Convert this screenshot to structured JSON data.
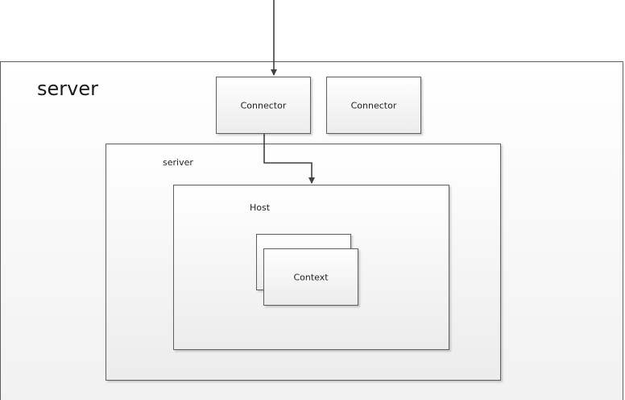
{
  "server": {
    "label": "server"
  },
  "connectors": [
    {
      "label": "Connector"
    },
    {
      "label": "Connector"
    }
  ],
  "service": {
    "label": "seriver"
  },
  "host": {
    "label": "Host"
  },
  "context": {
    "label": "Context"
  },
  "colors": {
    "border": "#5e5e5e",
    "arrow": "#404040",
    "fill_top": "#ffffff",
    "fill_bottom": "#ececec"
  }
}
